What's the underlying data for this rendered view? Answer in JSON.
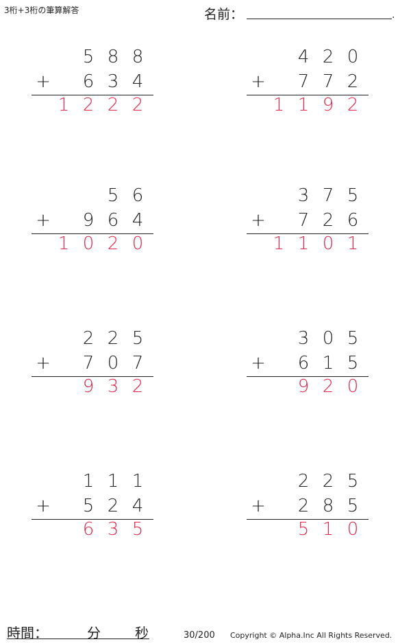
{
  "header": {
    "title": "3桁+3桁の筆算解答",
    "name_label": "名前：",
    "name_end": "."
  },
  "problems": [
    {
      "top": [
        "",
        "5",
        "8",
        "8"
      ],
      "bottom": [
        "6",
        "3",
        "4"
      ],
      "operator": "+",
      "answer": [
        "1",
        "2",
        "2",
        "2"
      ]
    },
    {
      "top": [
        "",
        "4",
        "2",
        "0"
      ],
      "bottom": [
        "7",
        "7",
        "2"
      ],
      "operator": "+",
      "answer": [
        "1",
        "1",
        "9",
        "2"
      ]
    },
    {
      "top": [
        "",
        "",
        "5",
        "6"
      ],
      "bottom": [
        "9",
        "6",
        "4"
      ],
      "operator": "+",
      "answer": [
        "1",
        "0",
        "2",
        "0"
      ]
    },
    {
      "top": [
        "",
        "3",
        "7",
        "5"
      ],
      "bottom": [
        "7",
        "2",
        "6"
      ],
      "operator": "+",
      "answer": [
        "1",
        "1",
        "0",
        "1"
      ]
    },
    {
      "top": [
        "",
        "2",
        "2",
        "5"
      ],
      "bottom": [
        "7",
        "0",
        "7"
      ],
      "operator": "+",
      "answer": [
        "",
        "9",
        "3",
        "2"
      ]
    },
    {
      "top": [
        "",
        "3",
        "0",
        "5"
      ],
      "bottom": [
        "6",
        "1",
        "5"
      ],
      "operator": "+",
      "answer": [
        "",
        "9",
        "2",
        "0"
      ]
    },
    {
      "top": [
        "",
        "1",
        "1",
        "1"
      ],
      "bottom": [
        "5",
        "2",
        "4"
      ],
      "operator": "+",
      "answer": [
        "",
        "6",
        "3",
        "5"
      ]
    },
    {
      "top": [
        "",
        "2",
        "2",
        "5"
      ],
      "bottom": [
        "2",
        "8",
        "5"
      ],
      "operator": "+",
      "answer": [
        "",
        "5",
        "1",
        "0"
      ]
    }
  ],
  "footer": {
    "time_label": "時間：",
    "minutes_label": "分",
    "seconds_label": "秒",
    "page": "30/200",
    "copyright": "Copyright © Alpha.Inc All Rights Reserved."
  },
  "colors": {
    "answer": "#e0264a",
    "text": "#222222"
  }
}
